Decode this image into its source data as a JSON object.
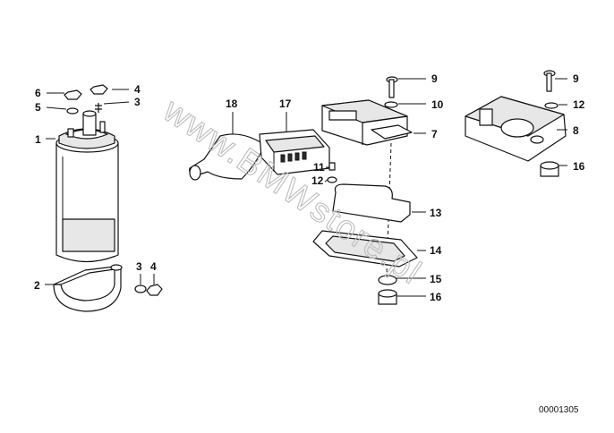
{
  "diagram": {
    "watermark": "www.BMWstore.pl",
    "image_code": "00001305",
    "callouts": [
      {
        "id": "c1",
        "text": "1"
      },
      {
        "id": "c2",
        "text": "2"
      },
      {
        "id": "c3a",
        "text": "3"
      },
      {
        "id": "c4a",
        "text": "4"
      },
      {
        "id": "c5",
        "text": "5"
      },
      {
        "id": "c6",
        "text": "6"
      },
      {
        "id": "c3b",
        "text": "3"
      },
      {
        "id": "c4b",
        "text": "4"
      },
      {
        "id": "c18",
        "text": "18"
      },
      {
        "id": "c17",
        "text": "17"
      },
      {
        "id": "c9a",
        "text": "9"
      },
      {
        "id": "c10",
        "text": "10"
      },
      {
        "id": "c7",
        "text": "7"
      },
      {
        "id": "c11",
        "text": "11"
      },
      {
        "id": "c12a",
        "text": "12"
      },
      {
        "id": "c13",
        "text": "13"
      },
      {
        "id": "c14",
        "text": "14"
      },
      {
        "id": "c15",
        "text": "15"
      },
      {
        "id": "c16a",
        "text": "16"
      },
      {
        "id": "c9b",
        "text": "9"
      },
      {
        "id": "c12b",
        "text": "12"
      },
      {
        "id": "c8",
        "text": "8"
      },
      {
        "id": "c16b",
        "text": "16"
      }
    ]
  }
}
